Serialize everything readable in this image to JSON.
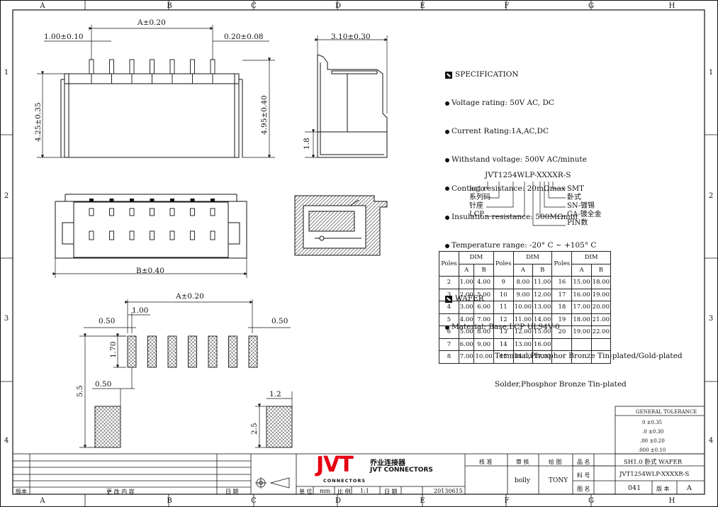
{
  "grid": {
    "columns": [
      "A",
      "B",
      "C",
      "D",
      "E",
      "F",
      "G",
      "H"
    ],
    "rows": [
      "1",
      "2",
      "3",
      "4"
    ]
  },
  "dims": {
    "a_top": "A±0.20",
    "pitch_top": "1.00±0.10",
    "pin_width": "0.20±0.08",
    "height_left": "4.25±0.35",
    "height_right": "4.95±0.40",
    "depth": "3.10±0.30",
    "side_18": "1.8",
    "b_width": "B±0.40",
    "a_pad": "A±0.20",
    "pad_pitch": "1.00",
    "pad_w_left": "0.50",
    "pad_w_right": "0.50",
    "pad_len": "1.70",
    "mount_gap": "0.50",
    "mount_h": "5.5",
    "mount_w": "1.2",
    "mount_len": "2.5"
  },
  "spec": {
    "title": "SPECIFICATION",
    "items": [
      "Voltage rating: 50V AC, DC",
      "Current Rating:1A,AC,DC",
      "Withstand voltage: 500V AC/minute",
      "Contact resistance: 20mΩmax",
      "Insulation resistance: 500MΩmin",
      "Temperature range: -20° C ~ +105° C"
    ],
    "wafer_title": "WAFER",
    "material_label": "Material: Base,LCP UL94V-0",
    "material_lines": [
      "Terminal,Phosphor Bronze Tin-plated/Gold-plated",
      "Solder,Phosphor Bronze Tin-plated"
    ]
  },
  "part": {
    "number": "JVT1254WLP-XXXXR-S",
    "left_labels": [
      "logo",
      "系列码",
      "针座",
      "LCP"
    ],
    "right_labels": [
      "SMT",
      "卧式",
      "SN-镀锡",
      "GA-镀全金",
      "PIN数"
    ]
  },
  "table": {
    "headers": {
      "poles": "Poles",
      "dim": "DIM",
      "a": "A",
      "b": "B"
    },
    "rows": [
      [
        [
          "2",
          "1.00",
          "4.00"
        ],
        [
          "9",
          "8.00",
          "11.00"
        ],
        [
          "16",
          "15.00",
          "18.00"
        ]
      ],
      [
        [
          "3",
          "2.00",
          "5.00"
        ],
        [
          "10",
          "9.00",
          "12.00"
        ],
        [
          "17",
          "16.00",
          "19.00"
        ]
      ],
      [
        [
          "4",
          "3.00",
          "6.00"
        ],
        [
          "11",
          "10.00",
          "13.00"
        ],
        [
          "18",
          "17.00",
          "20.00"
        ]
      ],
      [
        [
          "5",
          "4.00",
          "7.00"
        ],
        [
          "12",
          "11.00",
          "14.00"
        ],
        [
          "19",
          "18.00",
          "21.00"
        ]
      ],
      [
        [
          "6",
          "5.00",
          "8.00"
        ],
        [
          "13",
          "12.00",
          "15.00"
        ],
        [
          "20",
          "19.00",
          "22.00"
        ]
      ],
      [
        [
          "7",
          "6.00",
          "9.00"
        ],
        [
          "14",
          "13.00",
          "16.00"
        ],
        [
          "",
          "",
          ""
        ]
      ],
      [
        [
          "8",
          "7.00",
          "10.00"
        ],
        [
          "15",
          "14.00",
          "17.00"
        ],
        [
          "",
          "",
          ""
        ]
      ]
    ]
  },
  "tolerance": {
    "title": "GENERAL TOLERANCE",
    "rows": [
      "0 ±0.35",
      ".0 ±0.30",
      ".00 ±0.20",
      ".000 ±0.10"
    ]
  },
  "title_block": {
    "brand": "JVT",
    "brand_cn": "乔业连接器",
    "brand_en": "JVT CONNECTORS",
    "brand_sub": "CONNECTORS",
    "rev_label": "版本",
    "change_label": "更 改 内 容",
    "date_label": "日 期",
    "unit_label": "单 位",
    "unit_value": "mm",
    "scale_label": "比 例",
    "scale_value": "1:1",
    "date2_label": "日 期",
    "date_value": "20130615",
    "approve_label": "核 准",
    "review_label": "审 核",
    "draw_label": "绘 图",
    "reviewer": "bolly",
    "drafter": "TONY",
    "name_label": "品 名",
    "name_value": "SH1.0 卧式 WAFER",
    "part_label": "料 号",
    "part_value": "JVT1254WLP-XXXXR-S",
    "drawing_label": "图 名",
    "drawing_value": "041",
    "version_label": "版 本",
    "version_value": "A"
  },
  "colors": {
    "brand_red": "#e60012",
    "line": "#111111"
  }
}
